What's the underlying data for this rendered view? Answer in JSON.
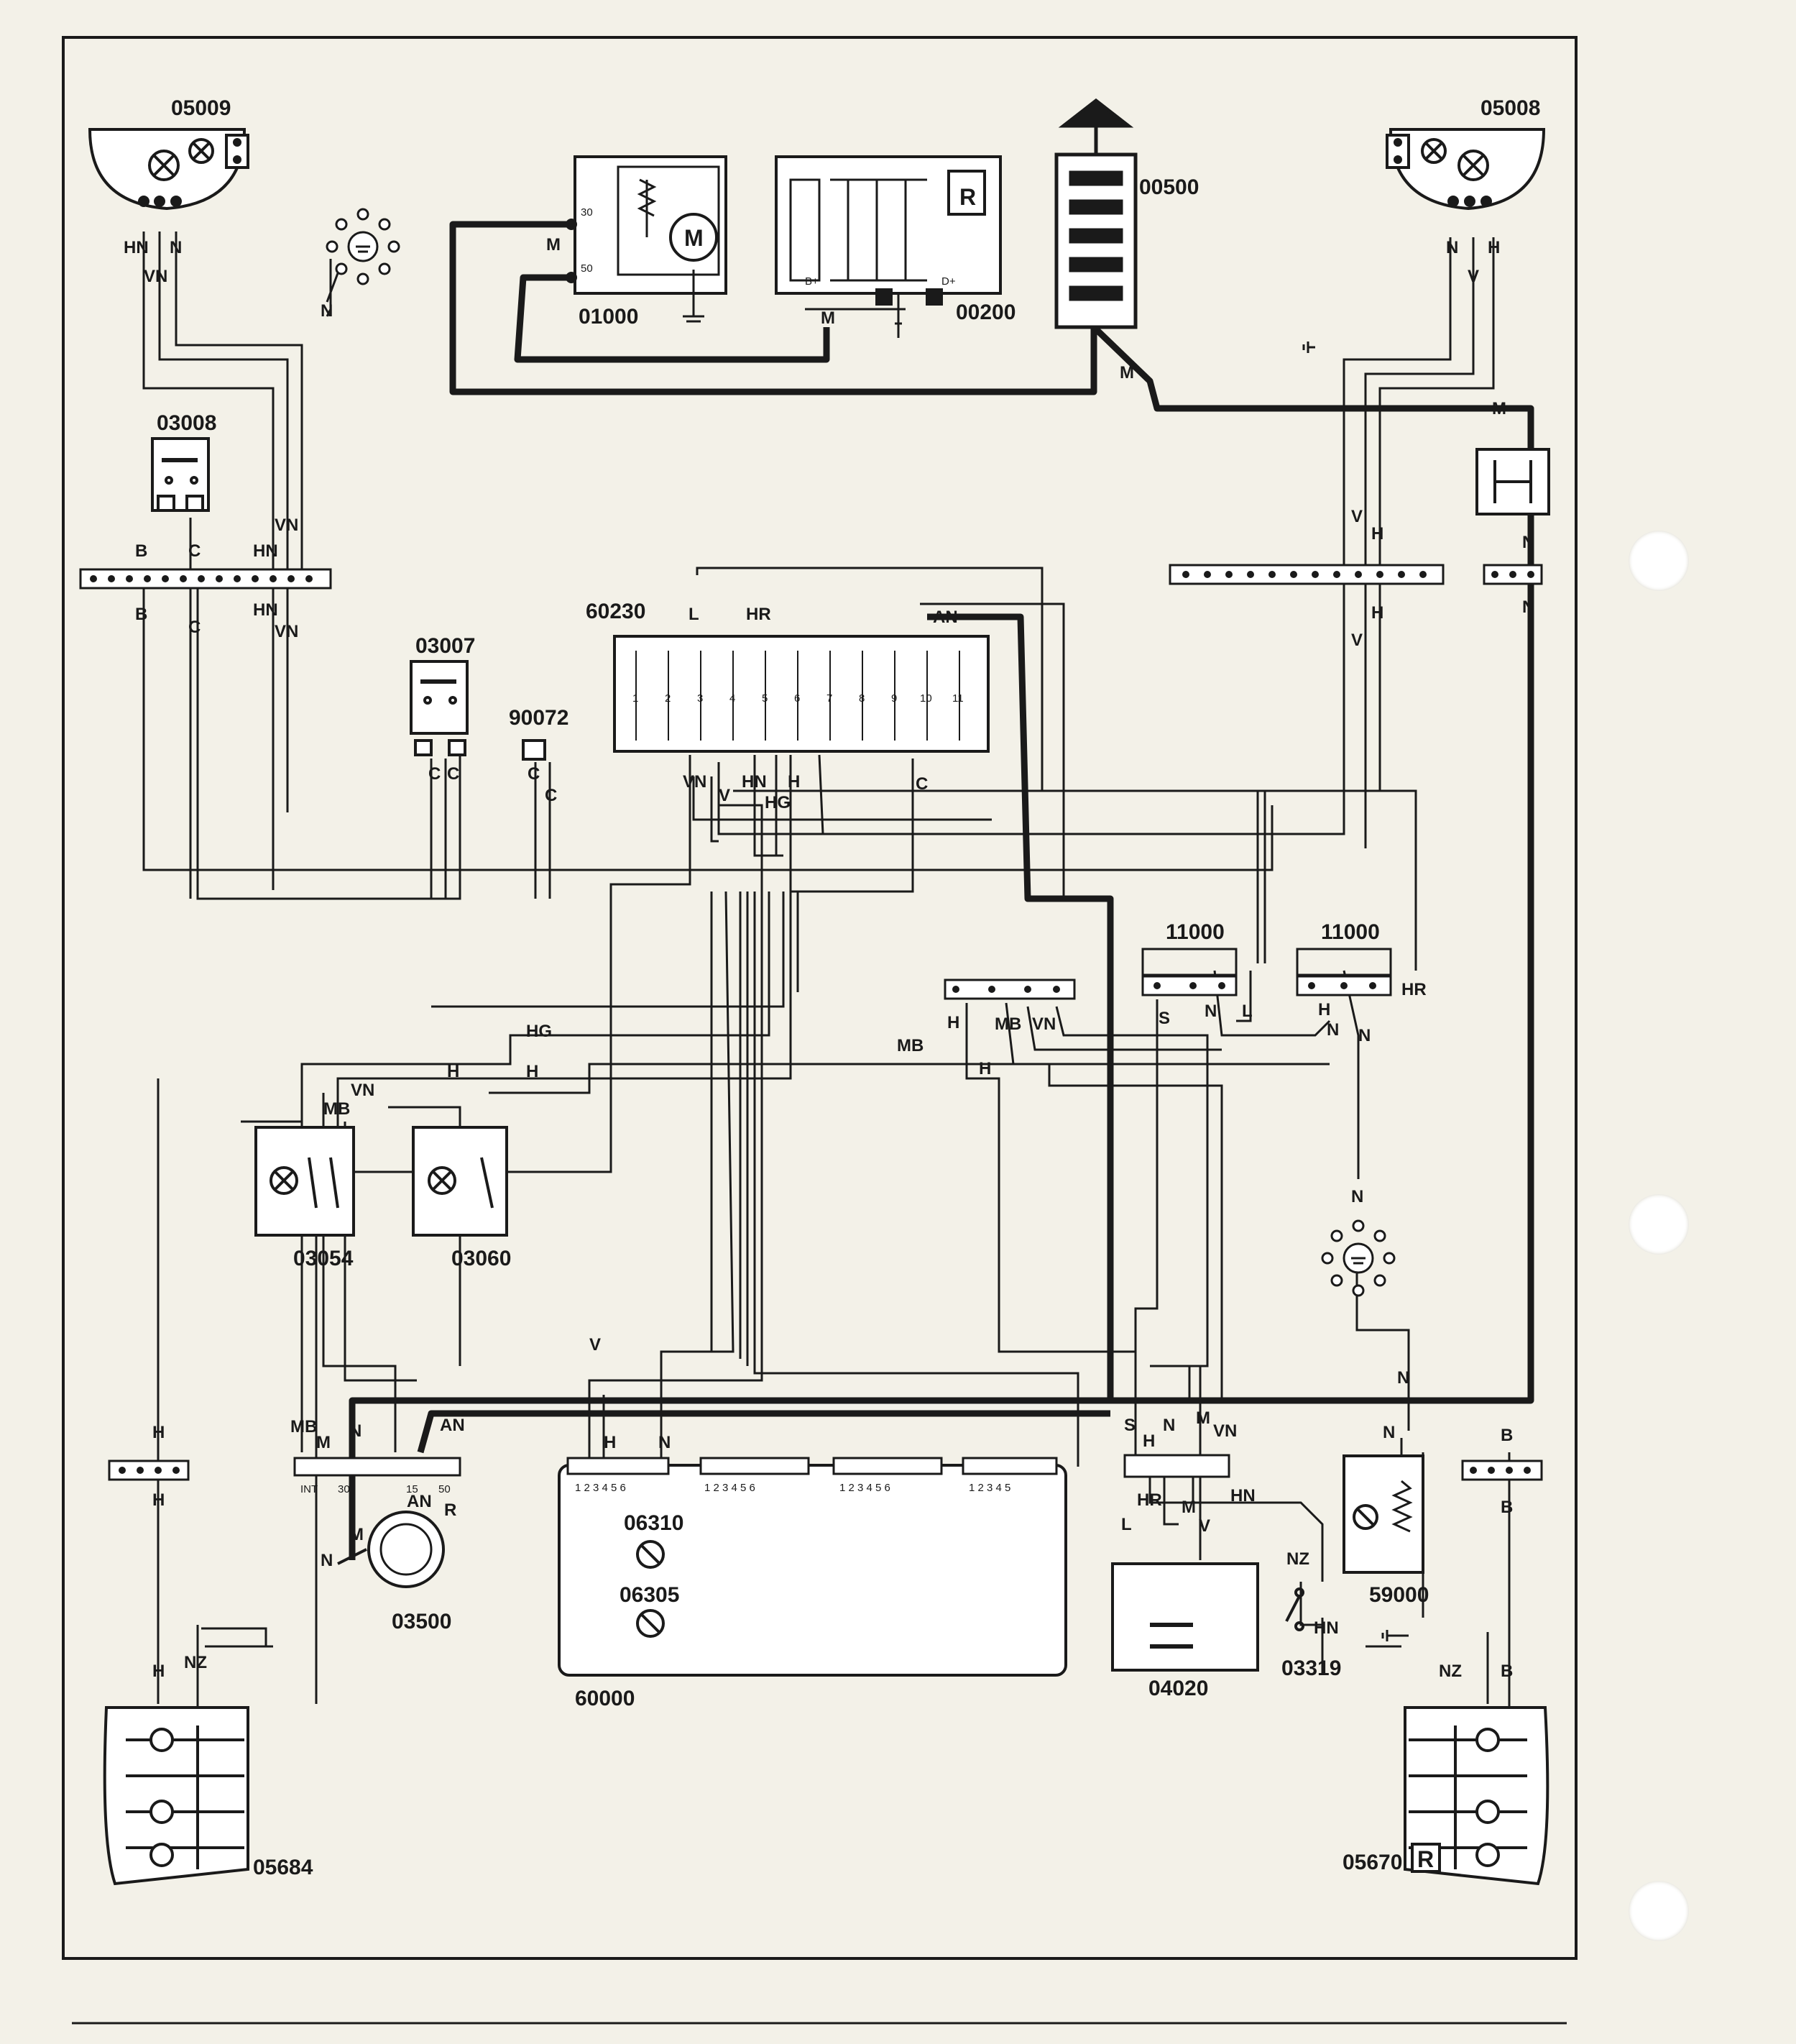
{
  "diagram": {
    "components": {
      "c05009": "05009",
      "c05008": "05008",
      "c01000": "01000",
      "c00200": "00200",
      "c00500": "00500",
      "c03008": "03008",
      "c03007": "03007",
      "c90072": "90072",
      "c60230": "60230",
      "c11000a": "11000",
      "c11000b": "11000",
      "c03054": "03054",
      "c03060": "03060",
      "c03500": "03500",
      "c60000": "60000",
      "c06310": "06310",
      "c06305": "06305",
      "c04020": "04020",
      "c03319": "03319",
      "c59000": "59000",
      "c05684": "05684",
      "c05670": "05670"
    },
    "symbols": {
      "motor": "M",
      "regulator": "R",
      "panel_r": "R"
    },
    "pins": {
      "starter_30": "30",
      "starter_50": "50",
      "alt_bplus": "B+",
      "alt_dplus": "D+",
      "sw_int": "INT",
      "sw_30": "30",
      "sw_15": "15",
      "sw_50": "50",
      "fuses": [
        "1",
        "2",
        "3",
        "4",
        "5",
        "6",
        "7",
        "8",
        "9",
        "10",
        "11"
      ],
      "block1": "1 2 3 4 5 6",
      "block2": "1 2 3 4 5 6",
      "block3": "1 2 3 4 5 6",
      "block4": "1 2 3 4 5"
    },
    "wire_labels": {
      "w_hn1": "HN",
      "w_n1": "N",
      "w_vn1": "VN",
      "w_n_gnd1": "N",
      "w_n_r": "N",
      "w_v_r": "V",
      "w_h_r": "H",
      "w_m_st": "M",
      "w_m_alt": "M",
      "w_m_bat": "M",
      "w_m_right": "M",
      "w_v_r2": "V",
      "w_h_r2": "H",
      "w_h_r3": "H",
      "w_v_r3": "V",
      "w_n_r2": "N",
      "w_n_r3": "N",
      "w_b1": "B",
      "w_c1": "C",
      "w_hn2": "HN",
      "w_vn2": "VN",
      "w_b2": "B",
      "w_c2": "C",
      "w_hn3": "HN",
      "w_vn3": "VN",
      "w_l": "L",
      "w_hr": "HR",
      "w_an": "AN",
      "w_c3": "C",
      "w_c4": "C",
      "w_c5": "C",
      "w_c6": "C",
      "w_vn4": "VN",
      "w_v4": "V",
      "w_hn4": "HN",
      "w_h4": "H",
      "w_hg": "HG",
      "w_c7": "C",
      "w_hg2": "HG",
      "w_h5": "H",
      "w_h6": "H",
      "w_vn5": "VN",
      "w_mb1": "MB",
      "w_mb2": "MB",
      "w_h7": "H",
      "w_mb3": "MB",
      "w_vn6": "VN",
      "w_h8": "H",
      "w_s1": "S",
      "w_n4": "N",
      "w_l2": "L",
      "w_h9": "H",
      "w_n5": "N",
      "w_n6": "N",
      "w_hr2": "HR",
      "w_n7": "N",
      "w_n8": "N",
      "w_n9": "N",
      "w_mb4": "MB",
      "w_m5": "M",
      "w_n10": "N",
      "w_an2": "AN",
      "w_an3": "AN",
      "w_r1": "R",
      "w_m6": "M",
      "w_n11": "N",
      "w_v5": "V",
      "w_h10": "H",
      "w_n12": "N",
      "w_s2": "S",
      "w_h11": "H",
      "w_n13": "N",
      "w_m7": "M",
      "w_vn7": "VN",
      "w_hn5": "HN",
      "w_hr3": "HR",
      "w_m8": "M",
      "w_v6": "V",
      "w_l3": "L",
      "w_nz1": "NZ",
      "w_hn6": "HN",
      "w_b3": "B",
      "w_b4": "B",
      "w_b5": "B",
      "w_nz2": "NZ",
      "w_h12": "H",
      "w_h13": "H",
      "w_h14": "H",
      "w_nz3": "NZ"
    }
  }
}
